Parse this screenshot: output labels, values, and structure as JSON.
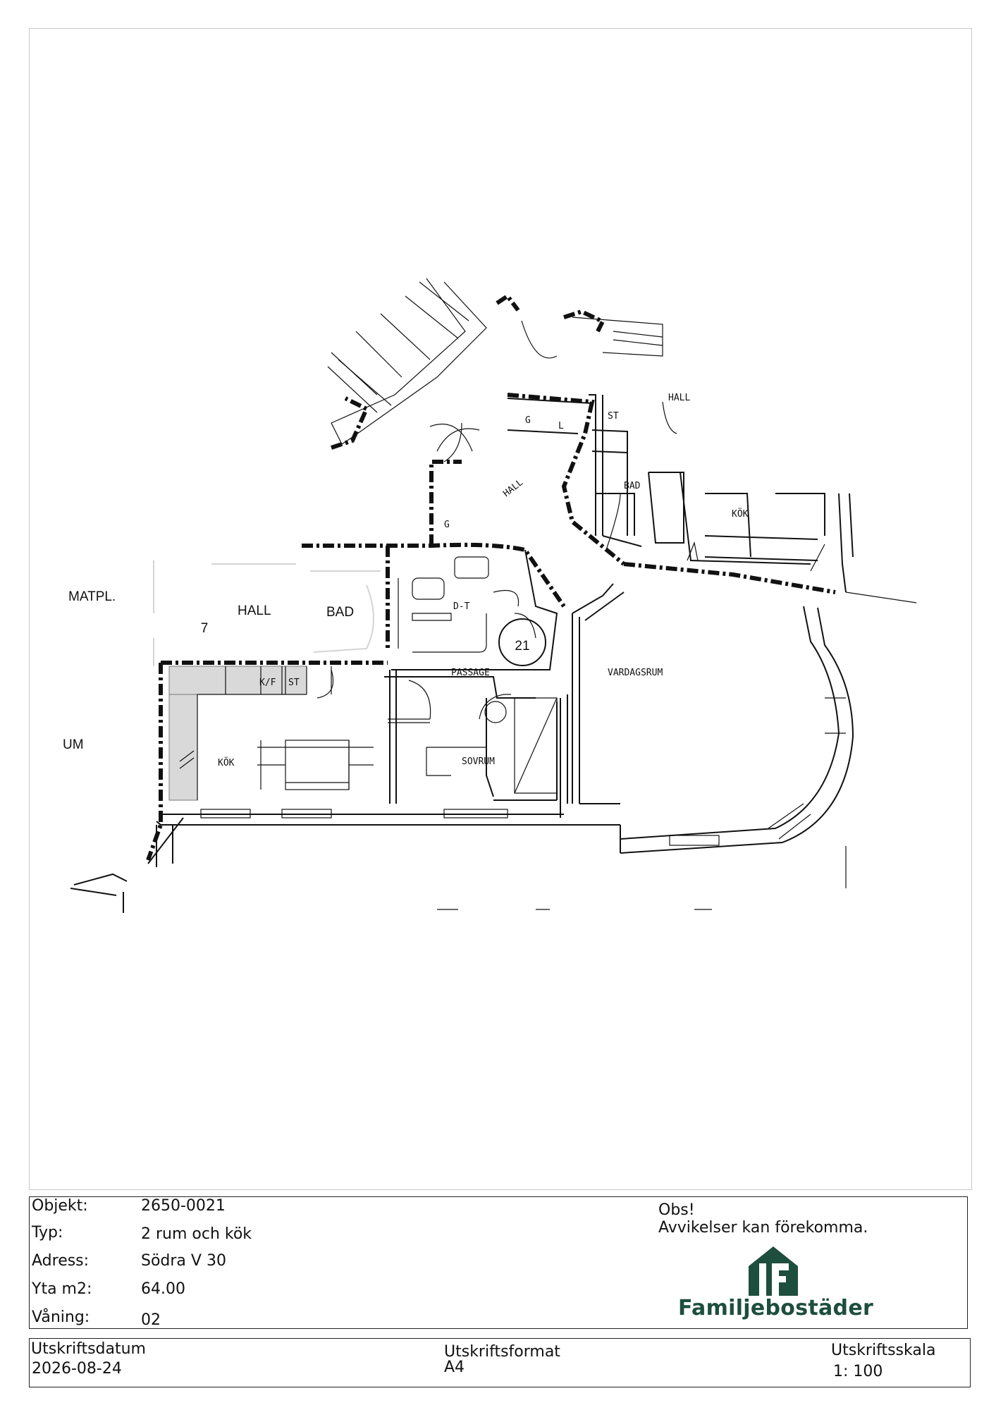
{
  "plan": {
    "unit_number": "21",
    "neighbor_unit_number": "7",
    "rooms": {
      "hall_main": "HALL",
      "hall_upper": "HALL",
      "bad_upper": "BAD",
      "kok_upper": "KÖK",
      "vardagsrum": "VARDAGSRUM",
      "passage": "PASSAGE",
      "sovrum": "SOVRUM",
      "kok": "KÖK",
      "dt": "D-T",
      "kf": "K/F",
      "st_kitchen": "ST",
      "st_upper": "ST",
      "g_upper": "G",
      "l_upper": "L",
      "g_hall": "G"
    },
    "neighbor_labels": {
      "matpl": "MATPL.",
      "hall": "HALL",
      "bad": "BAD",
      "um": "UM"
    }
  },
  "info": {
    "objekt_label": "Objekt:",
    "objekt_value": "2650-0021",
    "typ_label": "Typ:",
    "typ_value": "2 rum och kök",
    "adress_label": "Adress:",
    "adress_value": "Södra V 30",
    "yta_label": "Yta m2:",
    "yta_value": "64.00",
    "vaning_label": "Våning:",
    "vaning_value": "02",
    "note_title": "Obs!",
    "note_text": "Avvikelser kan förekomma.",
    "brand": "Familjebostäder",
    "brand_color": "#1e4e3d"
  },
  "footer": {
    "date_label": "Utskriftsdatum",
    "date_value": "2026-08-24",
    "format_label": "Utskriftsformat",
    "format_value": "A4",
    "scale_label": "Utskriftsskala",
    "scale_value": "1: 100"
  }
}
